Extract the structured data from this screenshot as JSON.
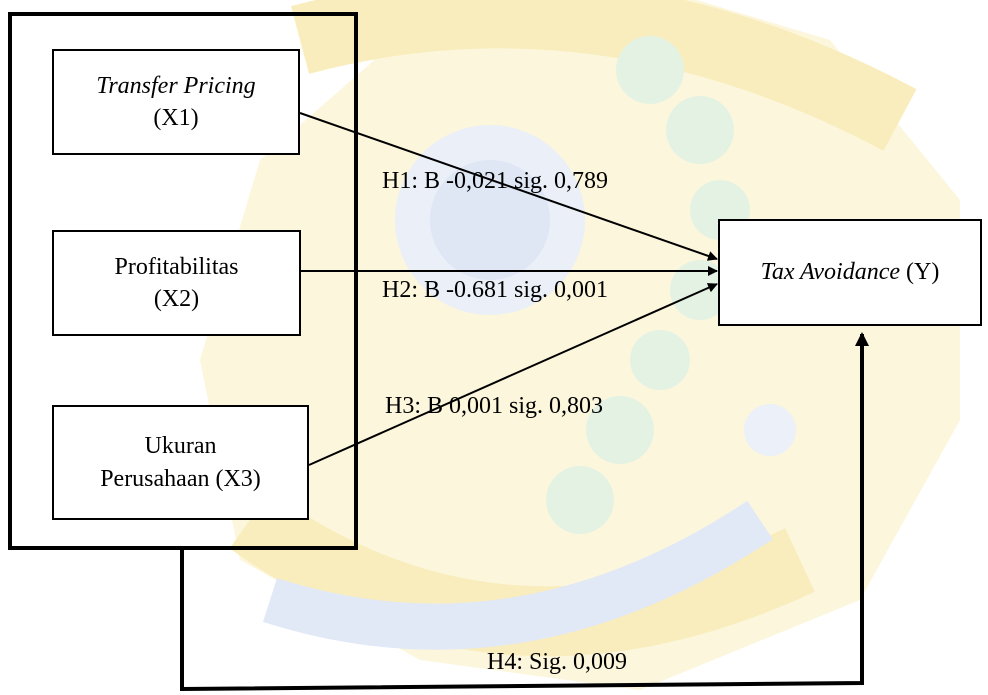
{
  "nodes": {
    "x1": {
      "name": "Transfer Pricing",
      "code": "(X1)"
    },
    "x2": {
      "name": "Profitabilitas",
      "code": "(X2)"
    },
    "x3": {
      "name_line1": "Ukuran",
      "name_line2": "Perusahaan (X3)"
    },
    "y": {
      "name": "Tax Avoidance",
      "code": "(Y)"
    }
  },
  "hypotheses": {
    "h1": "H1: B -0,021 sig. 0,789",
    "h2": "H2: B -0.681 sig. 0,001",
    "h3": "H3: B 0,001 sig. 0,803",
    "h4": "H4: Sig. 0,009"
  },
  "colors": {
    "line": "#000000",
    "watermark_yellow": "#f5e08a",
    "watermark_blue": "#9fb6e4",
    "watermark_green": "#a8dca8"
  }
}
